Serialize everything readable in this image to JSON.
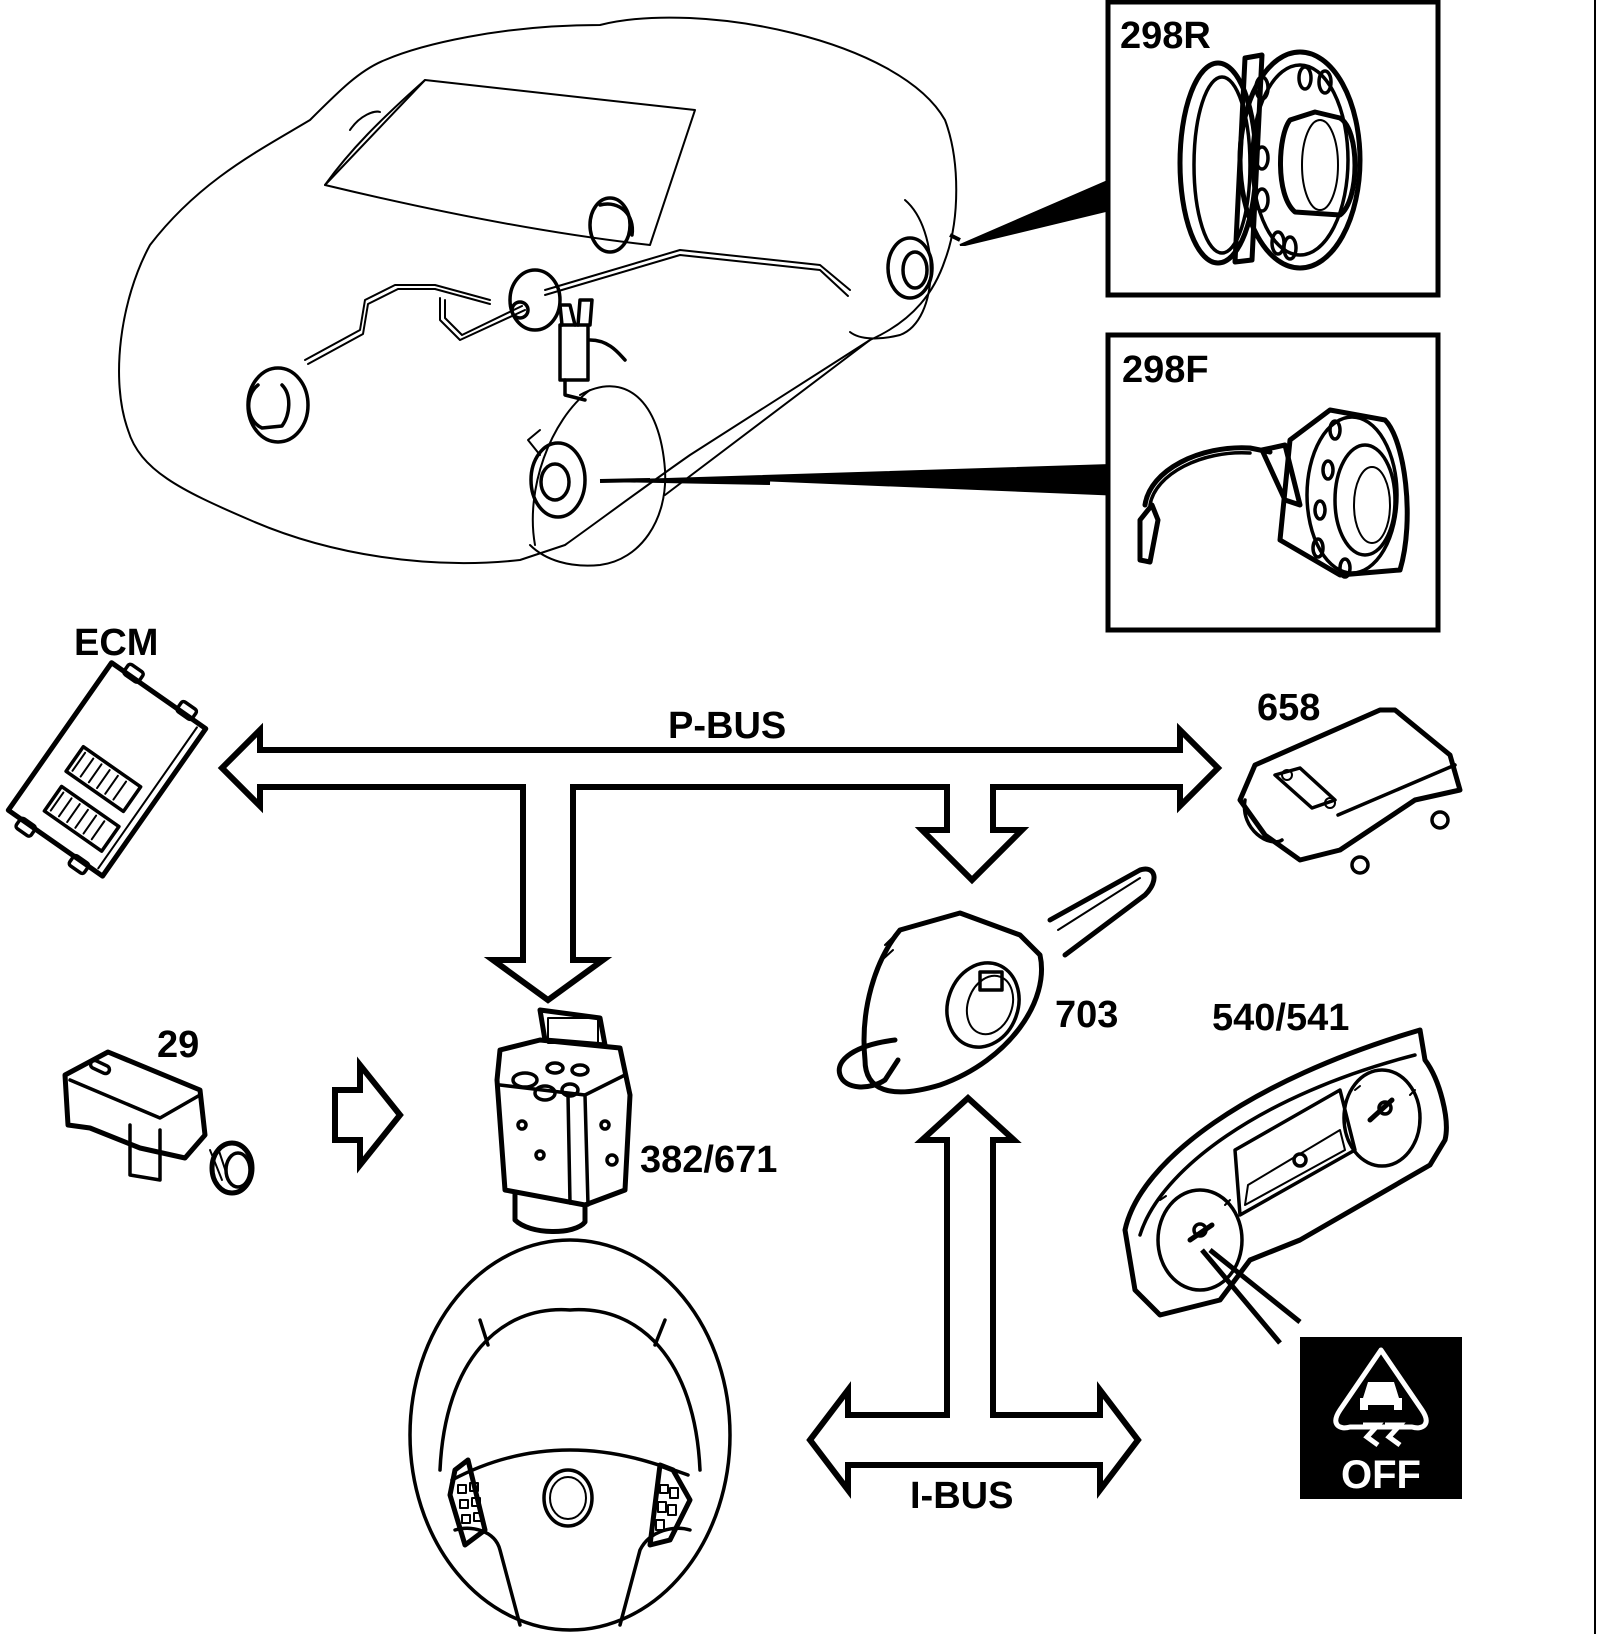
{
  "diagram": {
    "type": "component-network-diagram",
    "colors": {
      "line": "#000000",
      "background": "#ffffff",
      "warning_lamp_bg": "#000000",
      "warning_lamp_fg": "#ffffff"
    },
    "callouts": {
      "rear_wheel_hub": "298R",
      "front_wheel_hub": "298F"
    },
    "components": {
      "ecm": "ECM",
      "brake_light_switch": "29",
      "abs_unit": "382/671",
      "steering_angle_sensor": "703",
      "yaw_rate_sensor": "658",
      "instrument_cluster": "540/541"
    },
    "buses": {
      "p_bus": "P-BUS",
      "i_bus": "I-BUS"
    },
    "warning_lamp": {
      "icon": "traction-control-skid-car-icon",
      "text": "OFF"
    }
  }
}
